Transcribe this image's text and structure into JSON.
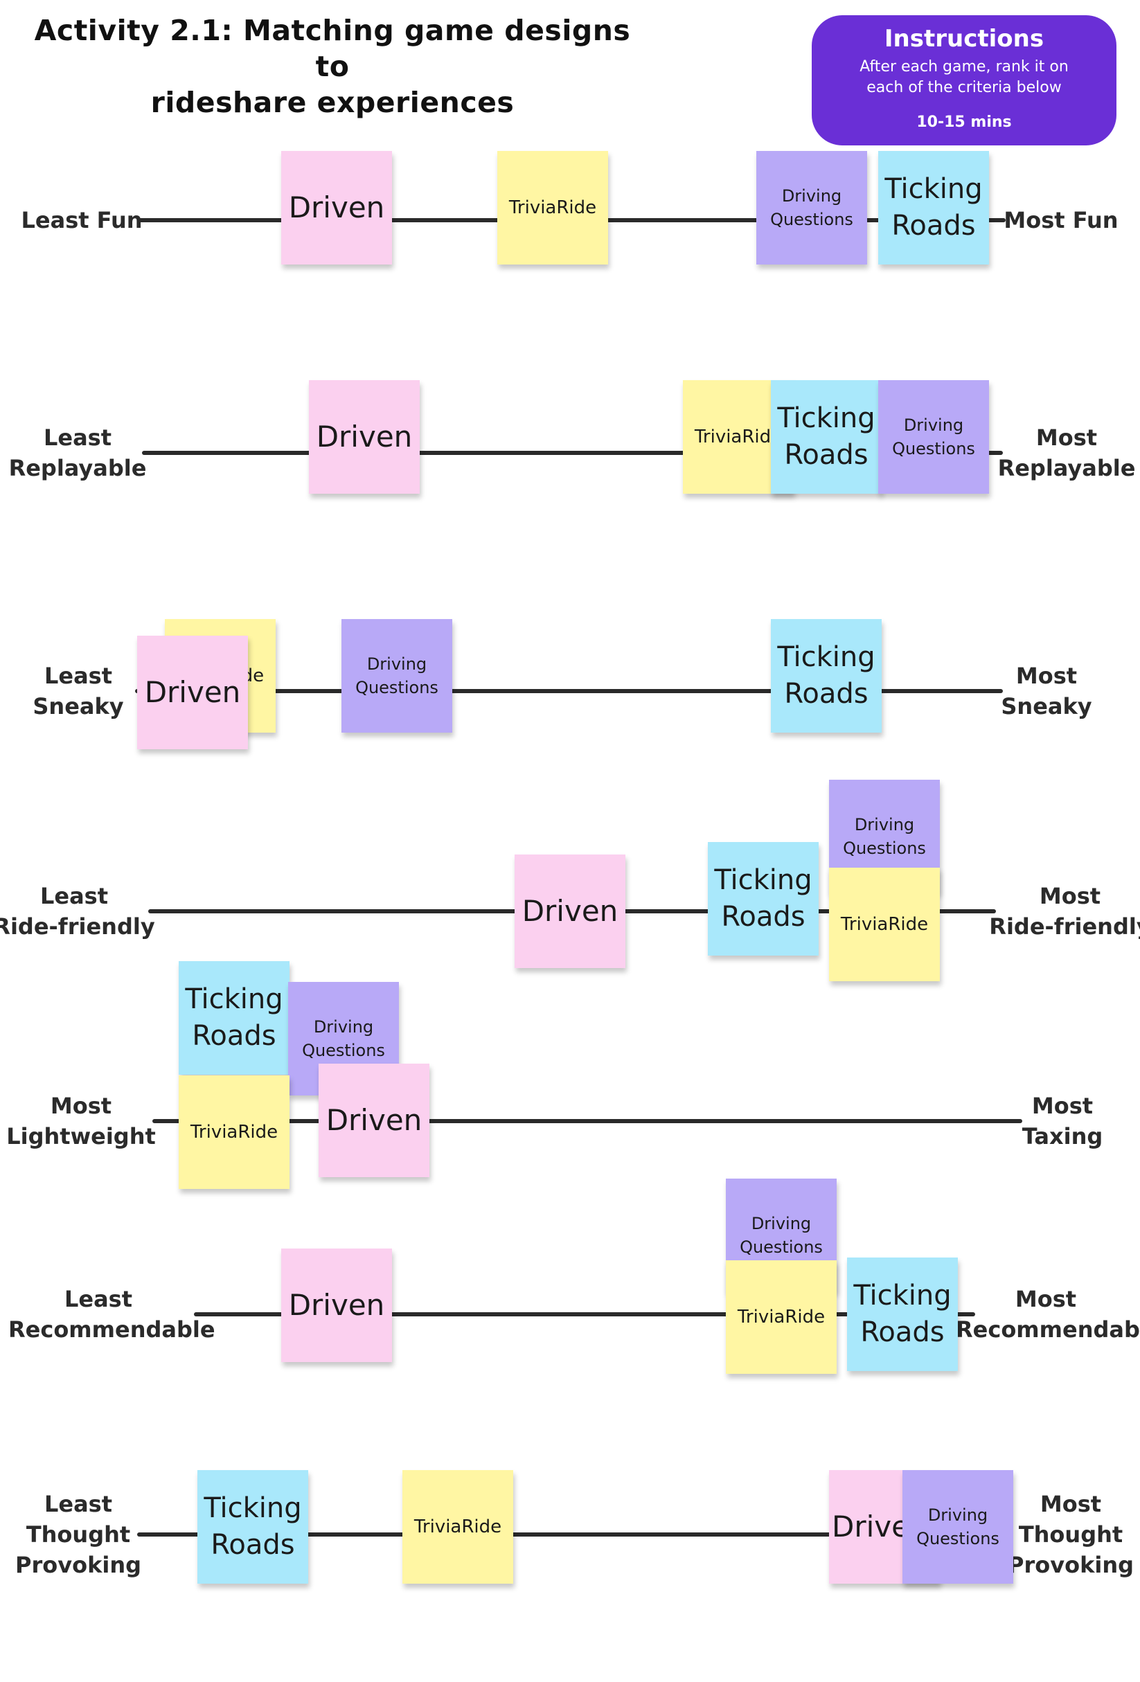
{
  "title": "Activity 2.1: Matching game designs to\nrideshare experiences",
  "instructions": {
    "heading": "Instructions",
    "body": "After each game, rank it on each of the criteria below",
    "time": "10-15 mins"
  },
  "colors": {
    "driven": "#fbd0ef",
    "trivia": "#fff6a3",
    "ticking": "#a9e8fb",
    "questions": "#b8a9f7",
    "instructions_bg": "#6a2fd6",
    "track": "#2a2a2a"
  },
  "scales": [
    {
      "left_label": "Least Fun",
      "right_label": "Most Fun",
      "notes": [
        {
          "game": "Driven",
          "kind": "driven",
          "position": 0.23
        },
        {
          "game": "TriviaRide",
          "kind": "trivia",
          "position": 0.43
        },
        {
          "game": "Driving\nQuestions",
          "kind": "questions",
          "position": 0.77
        },
        {
          "game": "Ticking\nRoads",
          "kind": "ticking",
          "position": 0.92
        }
      ]
    },
    {
      "left_label": "Least\nReplayable",
      "right_label": "Most\nReplayable",
      "notes": [
        {
          "game": "Driven",
          "kind": "driven",
          "position": 0.27
        },
        {
          "game": "TriviaRide",
          "kind": "trivia",
          "position": 0.76
        },
        {
          "game": "Ticking\nRoads",
          "kind": "ticking",
          "position": 0.87
        },
        {
          "game": "Driving\nQuestions",
          "kind": "questions",
          "position": 0.99
        }
      ]
    },
    {
      "left_label": "Least\nSneaky",
      "right_label": "Most\nSneaky",
      "notes": [
        {
          "game": "TriviaRide",
          "kind": "trivia",
          "position": 0.06
        },
        {
          "game": "Driven",
          "kind": "driven",
          "position": 0.02
        },
        {
          "game": "Driving\nQuestions",
          "kind": "questions",
          "position": 0.3
        },
        {
          "game": "Ticking\nRoads",
          "kind": "ticking",
          "position": 0.79
        }
      ]
    },
    {
      "left_label": "Least\nRide-friendly",
      "right_label": "Most\nRide-friendly",
      "notes": [
        {
          "game": "Driven",
          "kind": "driven",
          "position": 0.47
        },
        {
          "game": "Ticking\nRoads",
          "kind": "ticking",
          "position": 0.68
        },
        {
          "game": "Driving\nQuestions",
          "kind": "questions",
          "position": 0.83
        },
        {
          "game": "TriviaRide",
          "kind": "trivia",
          "position": 0.83
        }
      ]
    },
    {
      "left_label": "Most\nLightweight",
      "right_label": "Most\nTaxing",
      "notes": [
        {
          "game": "Ticking\nRoads",
          "kind": "ticking",
          "position": 0.06
        },
        {
          "game": "Driving\nQuestions",
          "kind": "questions",
          "position": 0.16
        },
        {
          "game": "TriviaRide",
          "kind": "trivia",
          "position": 0.06
        },
        {
          "game": "Driven",
          "kind": "driven",
          "position": 0.2
        }
      ]
    },
    {
      "left_label": "Least\nRecommendable",
      "right_label": "Most\nRecommendable",
      "notes": [
        {
          "game": "Driven",
          "kind": "driven",
          "position": 0.15
        },
        {
          "game": "Driving\nQuestions",
          "kind": "questions",
          "position": 0.72
        },
        {
          "game": "TriviaRide",
          "kind": "trivia",
          "position": 0.72
        },
        {
          "game": "Ticking\nRoads",
          "kind": "ticking",
          "position": 0.89
        }
      ]
    },
    {
      "left_label": "Least\nThought\nProvoking",
      "right_label": "Most\nThought\nProvoking",
      "notes": [
        {
          "game": "Ticking\nRoads",
          "kind": "ticking",
          "position": 0.1
        },
        {
          "game": "TriviaRide",
          "kind": "trivia",
          "position": 0.37
        },
        {
          "game": "Drive",
          "kind": "driven",
          "position": 0.93
        },
        {
          "game": "Driving\nQuestions",
          "kind": "questions",
          "position": 1.03
        }
      ]
    }
  ]
}
